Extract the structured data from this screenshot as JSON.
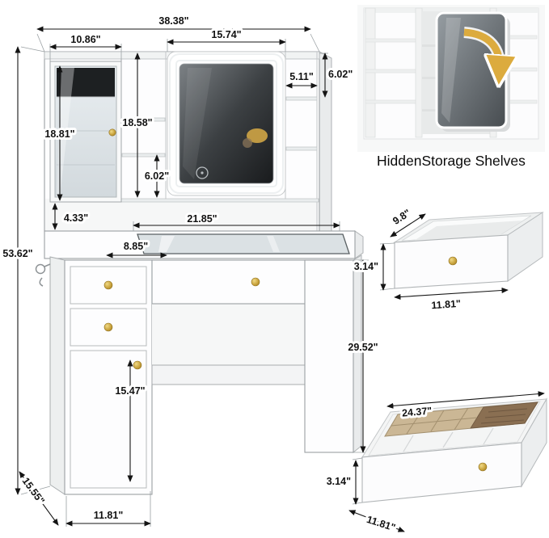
{
  "colors": {
    "knob_gold": "#c8a23c",
    "arrow_gold": "#dcab3e",
    "organizer_tan": "#cbb795",
    "organizer_brown": "#8a6f52",
    "led_white": "#ffffff"
  },
  "inset": {
    "caption": "HiddenStorage Shelves"
  },
  "vanity_dims": {
    "total_width": "38.38\"",
    "cabinet_width": "10.86\"",
    "mirror_width": "15.74\"",
    "mirror_gap": "5.11\"",
    "top_shelf_height": "6.02\"",
    "cabinet_height": "18.81\"",
    "mirror_height": "18.58\"",
    "mid_shelf_height": "6.02\"",
    "hutch_gap": "4.33\"",
    "total_height": "53.62\"",
    "tabletop_width": "21.85\"",
    "tabletop_depth_offset": "8.85\"",
    "desk_height": "29.52\"",
    "door_height": "15.47\"",
    "base_depth": "15.55\"",
    "base_width": "11.81\""
  },
  "small_drawer": {
    "depth": "9.8\"",
    "height": "3.14\"",
    "width": "11.81\""
  },
  "large_drawer": {
    "width": "24.37\"",
    "height": "3.14\"",
    "depth": "11.81\""
  }
}
